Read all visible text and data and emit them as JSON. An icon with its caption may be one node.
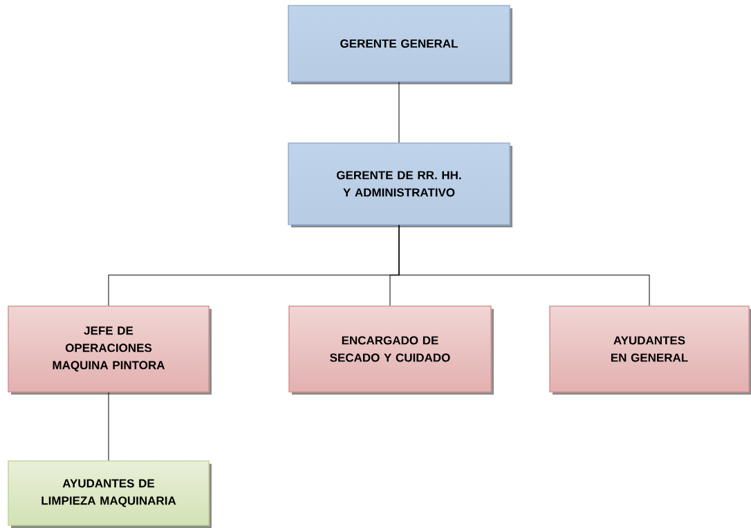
{
  "diagram": {
    "nodes": [
      {
        "text": [
          "GERENTE GENERAL"
        ]
      },
      {
        "text": [
          "GERENTE DE RR. HH. Y ADMINISTRATIVO"
        ]
      },
      {
        "text": [
          "JEFE DE OPERACIONES MAQUINA PINTORA"
        ]
      },
      {
        "text": [
          "ENCARGADO DE SECADO Y CUIDADO"
        ]
      },
      {
        "text": [
          "AYUDANTES EN GENERAL"
        ]
      },
      {
        "text": [
          "AYUDANTES DE LIMPIEZA MAQUINARIA"
        ]
      }
    ],
    "edges": [
      {
        "from": 0,
        "to": 1,
        "arrow": "none"
      },
      {
        "from": 1,
        "to": 2,
        "arrow": "none"
      },
      {
        "from": 1,
        "to": 3,
        "arrow": "none"
      },
      {
        "from": 1,
        "to": 4,
        "arrow": "none"
      },
      {
        "from": 2,
        "to": 5,
        "arrow": "none"
      }
    ]
  }
}
